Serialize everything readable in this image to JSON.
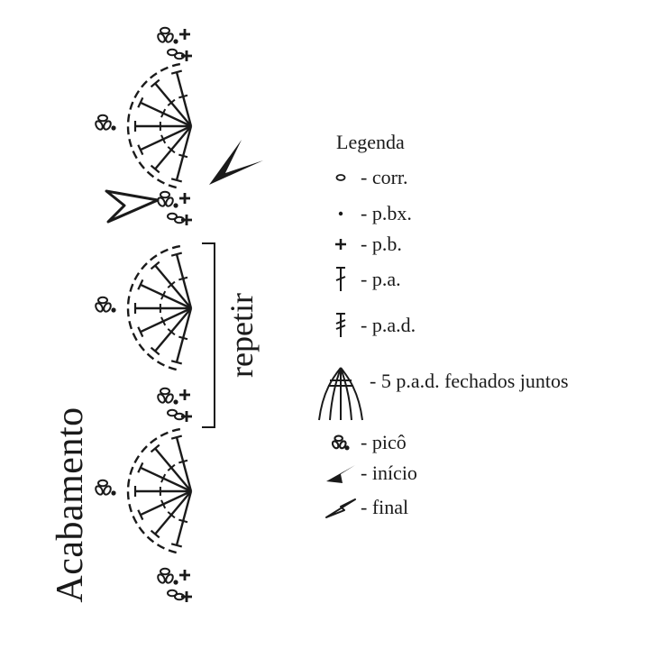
{
  "title": "Acabamento",
  "repeat_label": "repetir",
  "legend": {
    "heading": "Legenda",
    "items": [
      {
        "symbol": "chain-oval-icon",
        "label": "- corr."
      },
      {
        "symbol": "slip-stitch-dot-icon",
        "label": "- p.bx."
      },
      {
        "symbol": "single-crochet-plus-icon",
        "label": "- p.b."
      },
      {
        "symbol": "double-crochet-icon",
        "label": "- p.a."
      },
      {
        "symbol": "treble-crochet-icon",
        "label": "- p.a.d."
      },
      {
        "symbol": "cluster-5-treble-icon",
        "label": "- 5 p.a.d. fechados juntos"
      },
      {
        "symbol": "picot-icon",
        "label": "- picô"
      },
      {
        "symbol": "start-arrow-icon",
        "label": "- início"
      },
      {
        "symbol": "end-arrow-icon",
        "label": "- final"
      }
    ]
  },
  "colors": {
    "ink": "#1a1a1a",
    "background": "#ffffff"
  }
}
